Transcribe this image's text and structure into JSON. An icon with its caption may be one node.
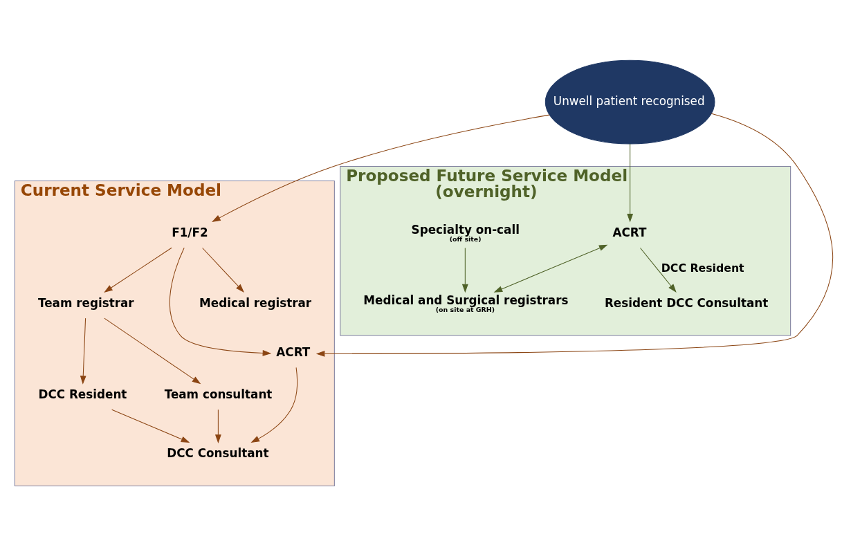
{
  "diagram": {
    "nodes": [
      {
        "text": [
          "Current Service Model"
        ]
      },
      {
        "text": [
          "Proposed Future Service Model (overnight)"
        ]
      },
      {
        "text": [
          "Unwell patient recognised"
        ]
      },
      {
        "text": [
          "F1/F2"
        ],
        "in": 0
      },
      {
        "text": [
          "Team registrar"
        ],
        "in": 0
      },
      {
        "text": [
          "ACRT"
        ],
        "in": 0
      },
      {
        "text": [
          "Medical registrar"
        ],
        "in": 0
      },
      {
        "text": [
          "DCC Resident"
        ],
        "in": 0
      },
      {
        "text": [
          "Team consultant"
        ],
        "in": 0
      },
      {
        "text": [
          "DCC Consultant"
        ],
        "in": 0
      },
      {
        "text": [
          "ACRT"
        ],
        "in": 1
      },
      {
        "text": [
          "Medical and Surgical registrars",
          "(on site at GRH)"
        ],
        "in": 1
      },
      {
        "text": [
          "Specialty on-call",
          "(off site)"
        ],
        "in": 1
      },
      {
        "text": [
          "Resident DCC Consultant"
        ],
        "in": 1
      }
    ],
    "edges": [
      {
        "from": 2,
        "to": 3,
        "arrow": "to"
      },
      {
        "from": 2,
        "to": 5,
        "arrow": "to"
      },
      {
        "from": 3,
        "to": 4,
        "arrow": "to"
      },
      {
        "from": 3,
        "to": 5,
        "arrow": "to"
      },
      {
        "from": 3,
        "to": 6,
        "arrow": "to"
      },
      {
        "from": 4,
        "to": 7,
        "arrow": "to"
      },
      {
        "from": 4,
        "to": 8,
        "arrow": "to"
      },
      {
        "from": 5,
        "to": 9,
        "arrow": "to"
      },
      {
        "from": 7,
        "to": 9,
        "arrow": "to"
      },
      {
        "from": 8,
        "to": 9,
        "arrow": "to"
      },
      {
        "from": 2,
        "to": 10,
        "arrow": "to",
        "color": "#4f6228"
      },
      {
        "from": 10,
        "to": 11,
        "arrow": "both",
        "color": "#4f6228"
      },
      {
        "from": 12,
        "to": 11,
        "arrow": "to",
        "color": "#4f6228"
      },
      {
        "from": 10,
        "to": 13,
        "arrow": "to",
        "label": "DCC Resident",
        "color": "#4f6228"
      }
    ]
  }
}
